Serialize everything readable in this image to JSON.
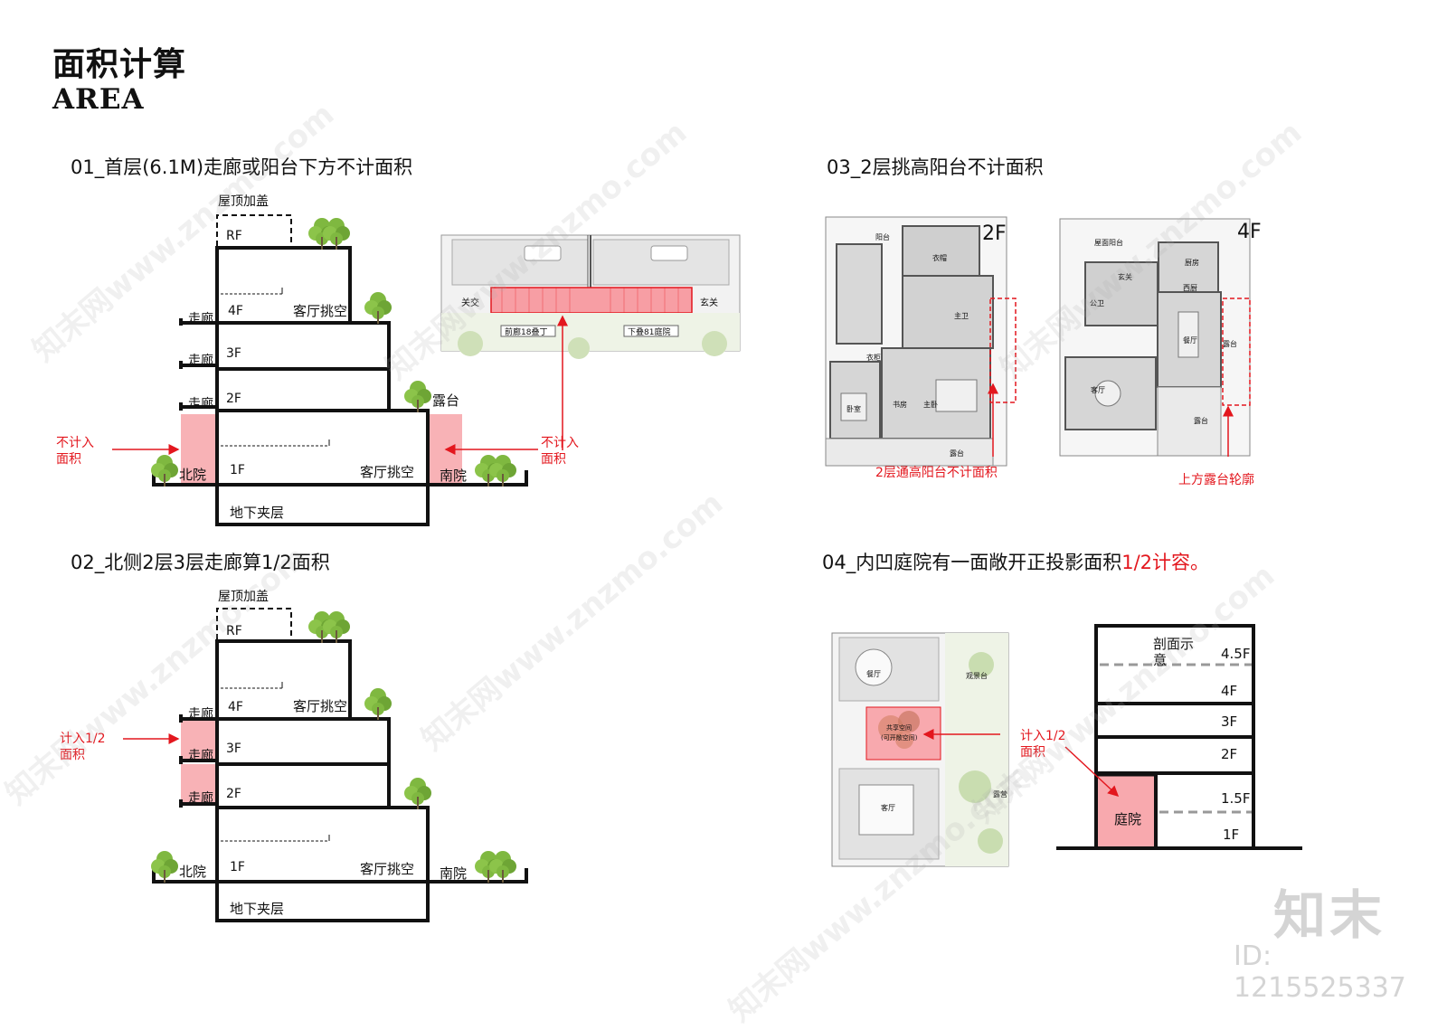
{
  "header": {
    "title_cn": "面积计算",
    "title_en": "AREA"
  },
  "sections": {
    "s1": {
      "title": "01_首层(6.1M)走廊或阳台下方不计面积",
      "labels": {
        "roof_add": "屋顶加盖",
        "rf": "RF",
        "f4": "4F",
        "f3": "3F",
        "f2": "2F",
        "f1": "1F",
        "living_void_top": "客厅挑空",
        "living_void_bottom": "客厅挑空",
        "corridor4": "走廊",
        "corridor3": "走廊",
        "corridor2": "走廊",
        "terrace": "露台",
        "north_yard": "北院",
        "south_yard": "南院",
        "basement": "地下夹层",
        "note_left_1": "不计入",
        "note_left_2": "面积",
        "note_right_1": "不计入",
        "note_right_2": "面积"
      },
      "plan_labels": {
        "left_door": "关交",
        "right_door": "玄关",
        "left_yard": "前廊18叠丁",
        "right_yard": "下叠81庭院"
      }
    },
    "s2": {
      "title": "02_北侧2层3层走廊算1/2面积",
      "labels": {
        "roof_add": "屋顶加盖",
        "rf": "RF",
        "f4": "4F",
        "f3": "3F",
        "f2": "2F",
        "f1": "1F",
        "living_void_top": "客厅挑空",
        "living_void_bottom": "客厅挑空",
        "corridor4": "走廊",
        "corridor3": "走廊",
        "corridor2": "走廊",
        "north_yard": "北院",
        "south_yard": "南院",
        "basement": "地下夹层",
        "note_1": "计入1/2",
        "note_2": "面积"
      }
    },
    "s3": {
      "title": "03_2层挑高阳台不计面积",
      "floor_2f": "2F",
      "floor_4f": "4F",
      "note_left": "2层通高阳台不计面积",
      "note_right": "上方露台轮廓",
      "room_labels": {
        "balcony": "阳台",
        "closet": "衣帽",
        "master_bath": "主卫",
        "closet2": "衣柜",
        "bedroom": "卧室",
        "study": "书房",
        "master_bed": "主卧",
        "terrace": "露台",
        "roof_terrace": "屋面阳台",
        "kitchen": "厨房",
        "western_kitchen": "西厨",
        "entry": "玄关",
        "public_bath": "公卫",
        "dining": "餐厅",
        "living": "客厅",
        "terrace2": "露台",
        "terrace3": "露台"
      }
    },
    "s4": {
      "title_main": "04_内凹庭院有一面敞开正投影面积",
      "title_red": "1/2计容。",
      "plan_labels": {
        "dining": "餐厅",
        "shared": "共享空间",
        "shared_sub": "(可开敞空间)",
        "living": "客厅",
        "view": "观景台",
        "terrace": "露营"
      },
      "note_1": "计入1/2",
      "note_2": "面积",
      "section_labels": {
        "caption_1": "剖面示",
        "caption_2": "意",
        "f45": "4.5F",
        "f4": "4F",
        "f3": "3F",
        "f2": "2F",
        "f15": "1.5F",
        "f1": "1F",
        "courtyard": "庭院"
      }
    }
  },
  "brand": {
    "logo_text": "知末",
    "id_text": "ID: 1215525337",
    "watermark_text": "知末网www.znzmo.com"
  },
  "colors": {
    "red": "#e3171e",
    "pink": "#f7a4aa",
    "pink_fill": "#f8b2b6",
    "tree": "#7fb840"
  }
}
